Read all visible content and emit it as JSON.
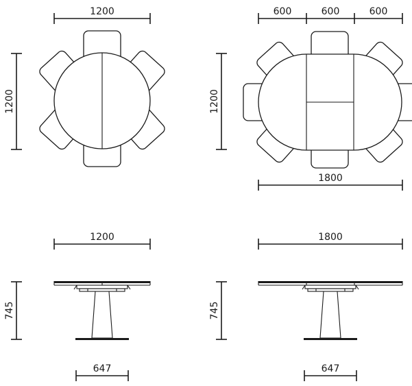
{
  "plan_round": {
    "width_label": "1200",
    "depth_label": "1200"
  },
  "plan_extended": {
    "segment_labels": [
      "600",
      "600",
      "600"
    ],
    "depth_label": "1200",
    "total_label": "1800"
  },
  "elevation_round": {
    "width_label": "1200",
    "height_label": "745",
    "base_label": "647"
  },
  "elevation_extended": {
    "width_label": "1800",
    "height_label": "745",
    "base_label": "647"
  },
  "colors": {
    "line": "#1a1a1a",
    "background": "#ffffff"
  }
}
